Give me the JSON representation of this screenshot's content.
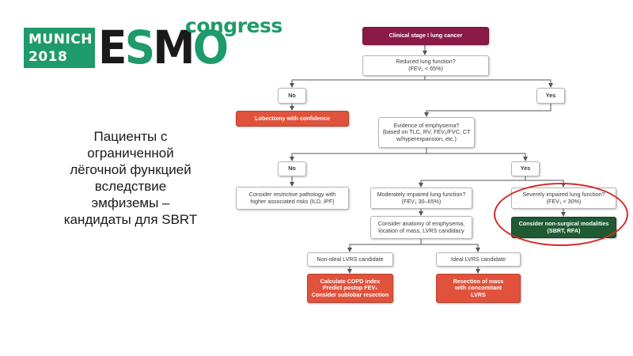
{
  "logo": {
    "city_line1": "MUNICH",
    "city_line2": "2018",
    "esmo": "ESMO",
    "congress": "congress"
  },
  "caption": {
    "lines": [
      "Пациенты с",
      "ограниченной",
      "лёгочной функцией",
      "вследствие",
      "эмфиземы –",
      "кандидаты для SBRT"
    ]
  },
  "flowchart": {
    "root": "Clinical stage I lung cancer",
    "reduced_function": [
      "Reduced lung function?",
      "(FEV₁ < 65%)"
    ],
    "no_1": "No",
    "yes_1": "Yes",
    "lobectomy": "Lobectomy with confidence",
    "emphysema": [
      "Evidence of emphysema?",
      "(based on TLC, RV, FEV₁/FVC, CT",
      "w/hyperexpansion, etc.)"
    ],
    "no_2": "No",
    "yes_2": "Yes",
    "restrictive": [
      "Consider restrictive pathology with",
      "higher associated risks (ILD, IPF)"
    ],
    "moderate": [
      "Moderately impaired lung function?",
      "(FEV₁ 30–65%)"
    ],
    "severe": [
      "Severely impaired lung function?",
      "(FEV₁ < 30%)"
    ],
    "anatomy": [
      "Consider anatomy of emphysema,",
      "location of mass, LVRS candidacy"
    ],
    "non_surgical": [
      "Consider non-surgical modalities",
      "(SBRT, RFA)"
    ],
    "non_ideal": "Non-ideal LVRS candidate",
    "ideal": "Ideal LVRS candidate",
    "copd": [
      "Calculate COPD index",
      "Predict postop FEV₁",
      "Consider sublobar resection"
    ],
    "resection": [
      "Resection of mass",
      "with concomitant",
      "LVRS"
    ]
  },
  "colors": {
    "root": "#8c1a49",
    "action_red": "#e0523b",
    "action_green": "#1f5a32",
    "highlight_ring": "#d52a2a",
    "brand_green": "#1f9a6b"
  }
}
